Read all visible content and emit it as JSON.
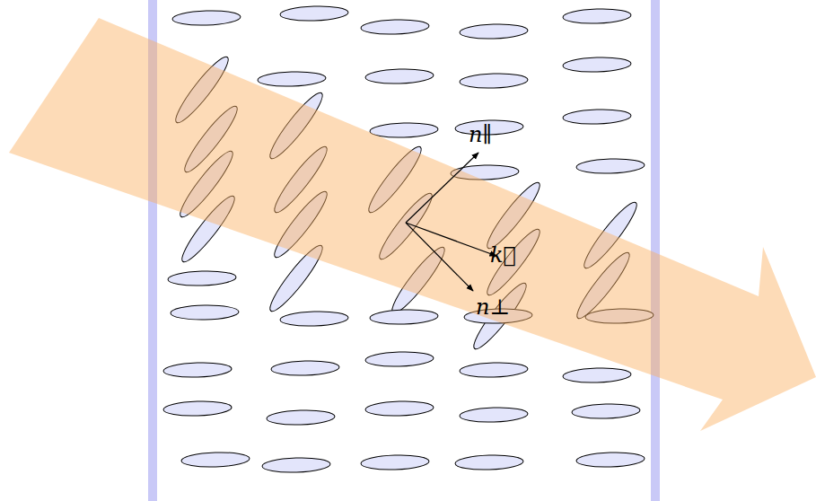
{
  "diagram": {
    "labels": [
      "n∥",
      "k⃗",
      "n⊥"
    ]
  }
}
